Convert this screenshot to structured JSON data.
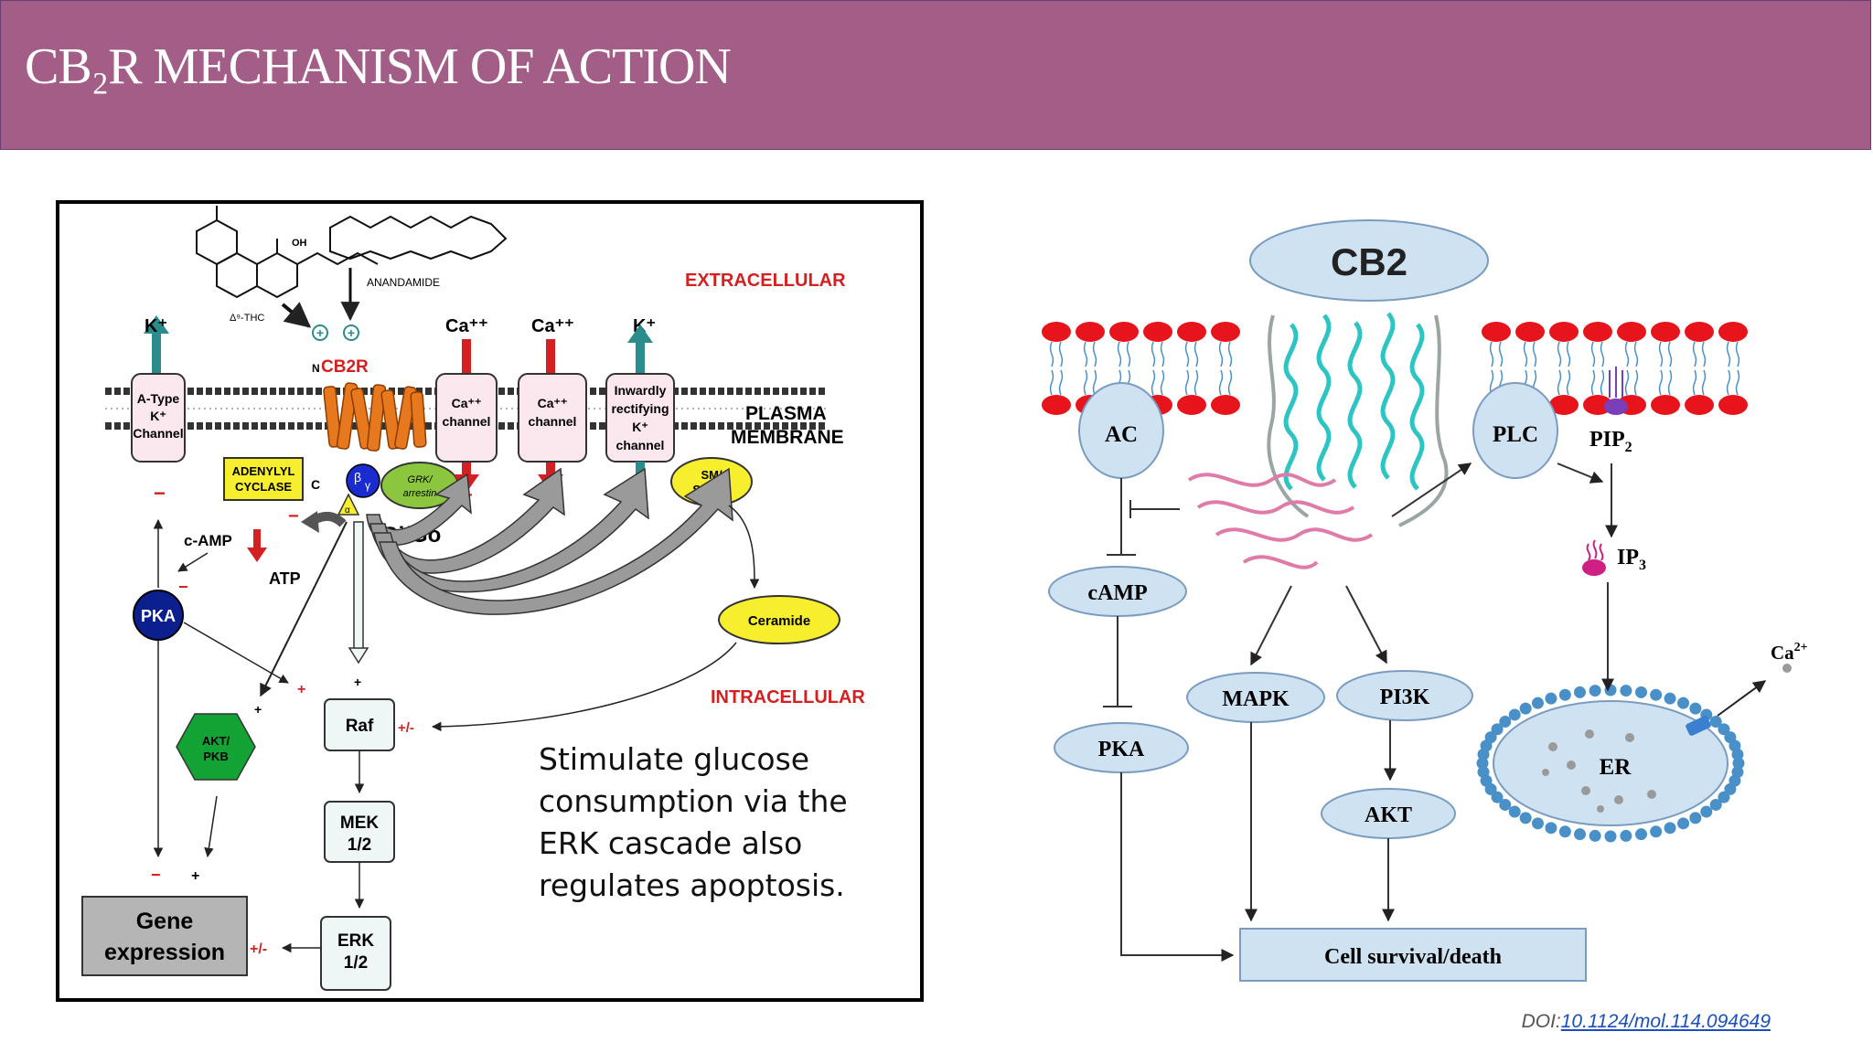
{
  "slide": {
    "title": "CB₂R MECHANISM OF ACTION",
    "caption": "Stimulate glucose consumption via the ERK cascade also regulates apoptosis.",
    "doi_prefix": "DOI:",
    "doi_link": "10.1124/mol.114.094649"
  },
  "left_diagram": {
    "extracellular": "EXTRACELLULAR",
    "intracellular": "INTRACELLULAR",
    "plasma": "PLASMA",
    "membrane": "MEMBRANE",
    "thc": "Δ⁹-THC",
    "oh": "OH",
    "anandamide": "ANANDAMIDE",
    "cb2r": "CB2R",
    "n_term": "N",
    "c_term": "C",
    "k_plus": "K⁺",
    "ca_pp": "Ca⁺⁺",
    "a_type": [
      "A-Type",
      "K⁺",
      "Channel"
    ],
    "ca_channel": [
      "Ca⁺⁺",
      "channel"
    ],
    "inward": [
      "Inwardly",
      "rectifying",
      "K⁺",
      "channel"
    ],
    "adenylyl": [
      "ADENYLYL",
      "CYCLASE"
    ],
    "beta": "β",
    "gamma": "γ",
    "alpha": "α",
    "grk": [
      "GRK/",
      "arrestin"
    ],
    "sm": [
      "SM/",
      "SMase"
    ],
    "gi_go": "Gi/Go",
    "camp": "c-AMP",
    "atp": "ATP",
    "pka": "PKA",
    "ceramide": "Ceramide",
    "akt": [
      "AKT/",
      "PKB"
    ],
    "raf": "Raf",
    "mek": [
      "MEK",
      "1/2"
    ],
    "erk": [
      "ERK",
      "1/2"
    ],
    "gene": [
      "Gene",
      "expression"
    ],
    "plus_minus": "+/-",
    "plus": "+",
    "minus": "−"
  },
  "right_diagram": {
    "cb2": "CB2",
    "ac": "AC",
    "plc": "PLC",
    "pip2": "PIP",
    "pip2_sub": "2",
    "ip3": "IP",
    "ip3_sub": "3",
    "camp": "cAMP",
    "pka": "PKA",
    "mapk": "MAPK",
    "pi3k": "PI3K",
    "akt": "AKT",
    "er": "ER",
    "ca": "Ca",
    "ca_sup": "2+",
    "cell": "Cell survival/death"
  },
  "colors": {
    "header": "#a35e88",
    "receptor": "#e8781e",
    "extra_red": "#d42020",
    "channel_fill": "#fbe7ee",
    "teal_arrow": "#2a8c8c",
    "node_blue": "#cfe2f1",
    "lipid_red": "#e8141c",
    "helix_cyan": "#2ec4c4",
    "protein_pink": "#e07aa8"
  }
}
